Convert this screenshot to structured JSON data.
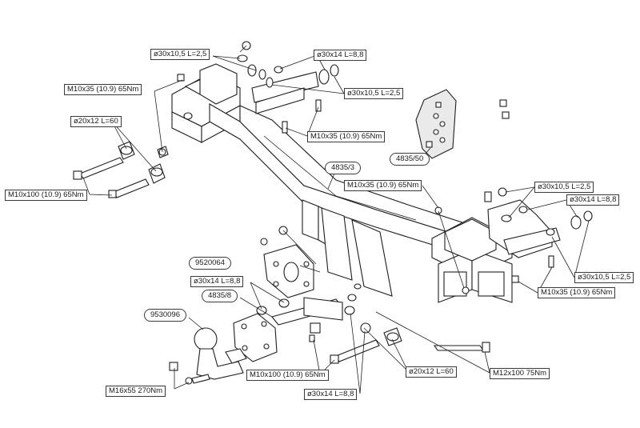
{
  "callouts": {
    "washer_top_left": "ø30x10,5 L=2,5",
    "washer_top_mid": "ø30x14 L=8,8",
    "washer_top_mid2": "ø30x10,5 L=2,5",
    "bolt_top_left": "M10x35 (10.9) 65Nm",
    "spacer_left": "ø20x12 L=60",
    "bolt_center_top": "M10x35 (10.9) 65Nm",
    "bolt_long_left": "M10x100 (10.9) 65Nm",
    "bolt_center_right": "M10x35 (10.9) 65Nm",
    "washer_right_1": "ø30x10,5 L=2,5",
    "washer_right_2": "ø30x14 L=8,8",
    "washer_right_3": "ø30x10,5 L=2,5",
    "bolt_right": "M10x35 (10.9) 65Nm",
    "washer_left_mid": "ø30x14 L=8,8",
    "bolt_ball": "M16x55 270Nm",
    "bolt_long_bottom": "M10x100 (10.9) 65Nm",
    "spacer_bottom": "ø20x12 L=60",
    "bolt_long_right": "M12x100 75Nm",
    "washer_bottom": "ø30x14 L=8,8"
  },
  "part_refs": {
    "main_frame": "4835/3",
    "bracket_kit": "4835/50",
    "socket_plate": "9520064",
    "flange": "4835/8",
    "tow_ball": "9530096"
  }
}
